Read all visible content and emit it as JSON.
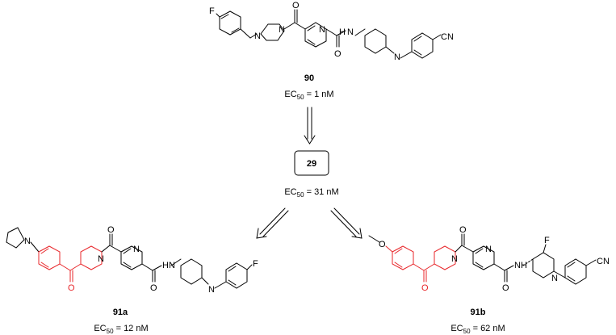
{
  "compounds": [
    {
      "id": "90",
      "ec50_prefix": "EC",
      "ec50_sub": "50",
      "ec50_value": " = 1 nM",
      "atoms": {
        "f": "F",
        "o": "O",
        "n1": "N",
        "n2": "N",
        "n_ring": "N",
        "o_amide": "O",
        "nh": "N",
        "h": "H",
        "n_pip": "N",
        "cn": "CN"
      }
    },
    {
      "id": "29",
      "ec50_prefix": "EC",
      "ec50_sub": "50",
      "ec50_value": " = 31 nM"
    },
    {
      "id": "91a",
      "ec50_prefix": "EC",
      "ec50_sub": "50",
      "ec50_value": " = 12 nM",
      "atoms": {
        "n_pyr": "N",
        "o_ketone": "O",
        "n_pip1": "N",
        "o_carb": "O",
        "n_ring": "N",
        "o_amide": "O",
        "n_h": "N",
        "h": "H",
        "n_pip2": "N",
        "f": "F"
      }
    },
    {
      "id": "91b",
      "ec50_prefix": "EC",
      "ec50_sub": "50",
      "ec50_value": " = 62 nM",
      "atoms": {
        "o_me": "O",
        "o_ketone": "O",
        "n_pip1": "N",
        "o_carb": "O",
        "n_ring": "N",
        "o_amide": "O",
        "n_h": "N",
        "h": "H",
        "f": "F",
        "n_pip2": "N",
        "cn": "CN"
      }
    }
  ],
  "colors": {
    "highlight": "#e8262a",
    "ink": "#000000"
  }
}
